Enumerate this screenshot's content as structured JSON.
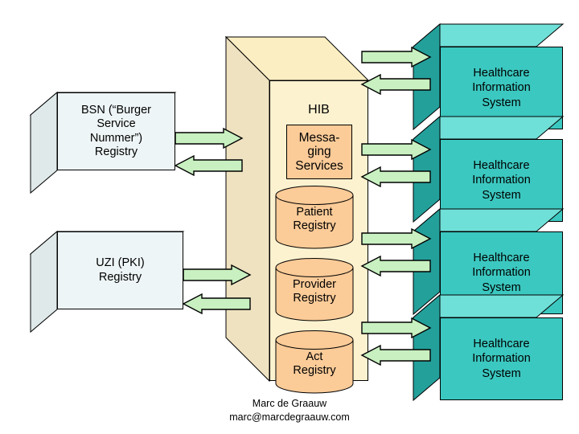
{
  "diagram": {
    "title_note": "Dutch national healthcare information broker architecture diagram",
    "hib": {
      "title": "HIB",
      "messaging": {
        "line1": "Messa-",
        "line2": "ging",
        "line3": "Services"
      },
      "registries": [
        {
          "line1": "Patient",
          "line2": "Registry"
        },
        {
          "line1": "Provider",
          "line2": "Registry"
        },
        {
          "line1": "Act",
          "line2": "Registry"
        }
      ]
    },
    "left_registries": [
      {
        "lines": [
          "BSN (“Burger",
          "Service",
          "Nummer”)",
          "Registry"
        ]
      },
      {
        "lines": [
          "UZI (PKI)",
          "Registry"
        ]
      }
    ],
    "right_systems": [
      {
        "lines": [
          "Healthcare",
          "Information",
          "System"
        ]
      },
      {
        "lines": [
          "Healthcare",
          "Information",
          "System"
        ]
      },
      {
        "lines": [
          "Healthcare",
          "Information",
          "System"
        ]
      },
      {
        "lines": [
          "Healthcare",
          "Information",
          "System"
        ]
      }
    ],
    "arrows": {
      "left_group_1": [
        {
          "direction": "right",
          "name": "bsn-to-hib-arrow"
        },
        {
          "direction": "left",
          "name": "hib-to-bsn-arrow"
        }
      ],
      "left_group_2": [
        {
          "direction": "right",
          "name": "uzi-to-hib-arrow"
        },
        {
          "direction": "left",
          "name": "hib-to-uzi-arrow"
        }
      ],
      "right_groups": [
        [
          {
            "direction": "right",
            "name": "hib-to-his-1-arrow"
          },
          {
            "direction": "left",
            "name": "his-1-to-hib-arrow"
          }
        ],
        [
          {
            "direction": "right",
            "name": "hib-to-his-2-arrow"
          },
          {
            "direction": "left",
            "name": "his-2-to-hib-arrow"
          }
        ],
        [
          {
            "direction": "right",
            "name": "hib-to-his-3-arrow"
          },
          {
            "direction": "left",
            "name": "his-3-to-hib-arrow"
          }
        ],
        [
          {
            "direction": "right",
            "name": "hib-to-his-4-arrow"
          },
          {
            "direction": "left",
            "name": "his-4-to-hib-arrow"
          }
        ]
      ]
    },
    "footer": {
      "author": "Marc de Graauw",
      "email": "marc@marcdegraauw.com"
    },
    "colors": {
      "hib_front": "#fdf2cf",
      "hib_top": "#faeec2",
      "hib_side": "#efe2c0",
      "registry_cylinder": "#fbcb98",
      "messaging_box": "#fbcb98",
      "his_front": "#3bc8c0",
      "his_top": "#6fe0d8",
      "his_side": "#24a09b",
      "left_box_front": "#eef5f6",
      "left_box_top": "#e7eff0",
      "left_box_side": "#dfe9ea",
      "arrow_fill": "#c8f0c0",
      "arrow_stroke": "#000000",
      "outline": "#000000",
      "background": "#ffffff"
    }
  }
}
